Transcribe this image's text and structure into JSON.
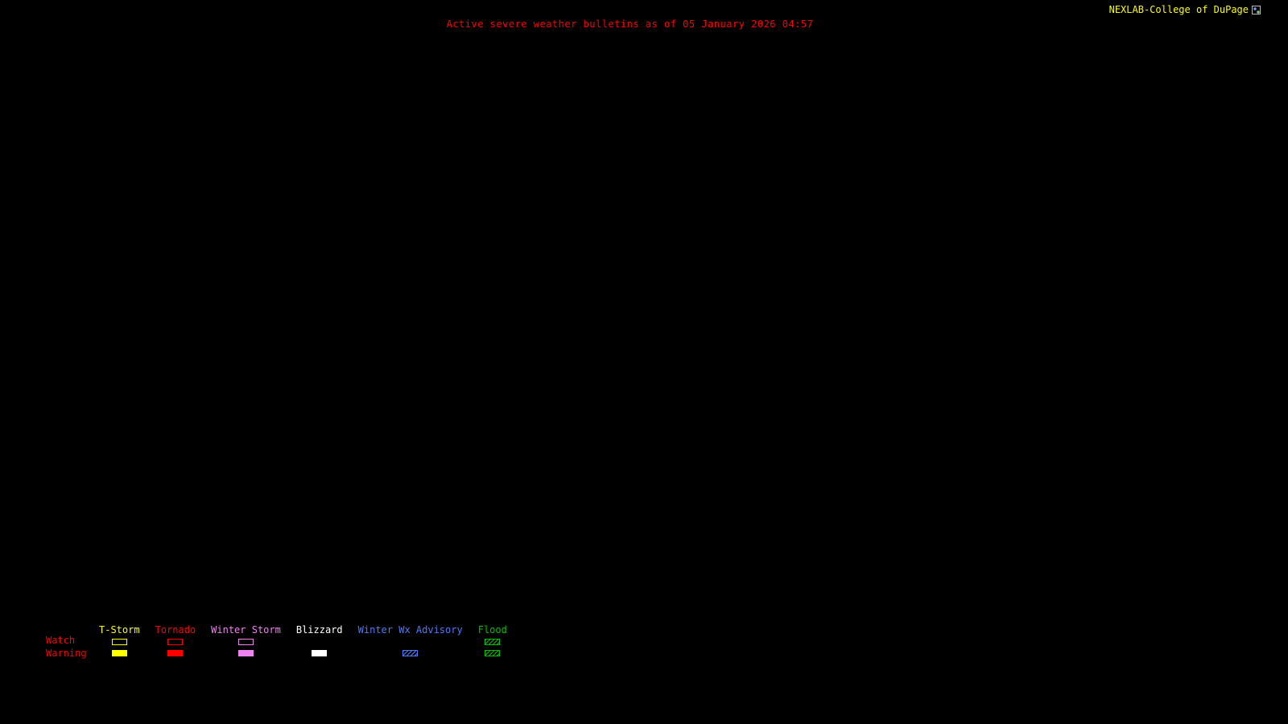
{
  "header": {
    "title": "Active severe weather bulletins as of 05 January 2026 04:57",
    "title_color": "#ff0000",
    "brand": "NEXLAB-College of DuPage",
    "brand_color": "#ffff00"
  },
  "map": {
    "background_color": "#000000"
  },
  "legend": {
    "watch_label": "Watch",
    "warning_label": "Warning",
    "row_label_color": "#ff0000",
    "columns": [
      {
        "label": "T-Storm",
        "color": "#ffff00",
        "watch": "outline",
        "warning": "filled"
      },
      {
        "label": "Tornado",
        "color": "#ff0000",
        "watch": "outline",
        "warning": "filled"
      },
      {
        "label": "Winter Storm",
        "color": "#ee82ee",
        "watch": "outline",
        "warning": "filled"
      },
      {
        "label": "Blizzard",
        "color": "#ffffff",
        "watch": "none",
        "warning": "filled"
      },
      {
        "label": "Winter Wx Advisory",
        "color": "#4d79ff",
        "watch": "none",
        "warning": "hatched"
      },
      {
        "label": "Flood",
        "color": "#00c000",
        "watch": "hatched",
        "warning": "hatched"
      }
    ]
  }
}
